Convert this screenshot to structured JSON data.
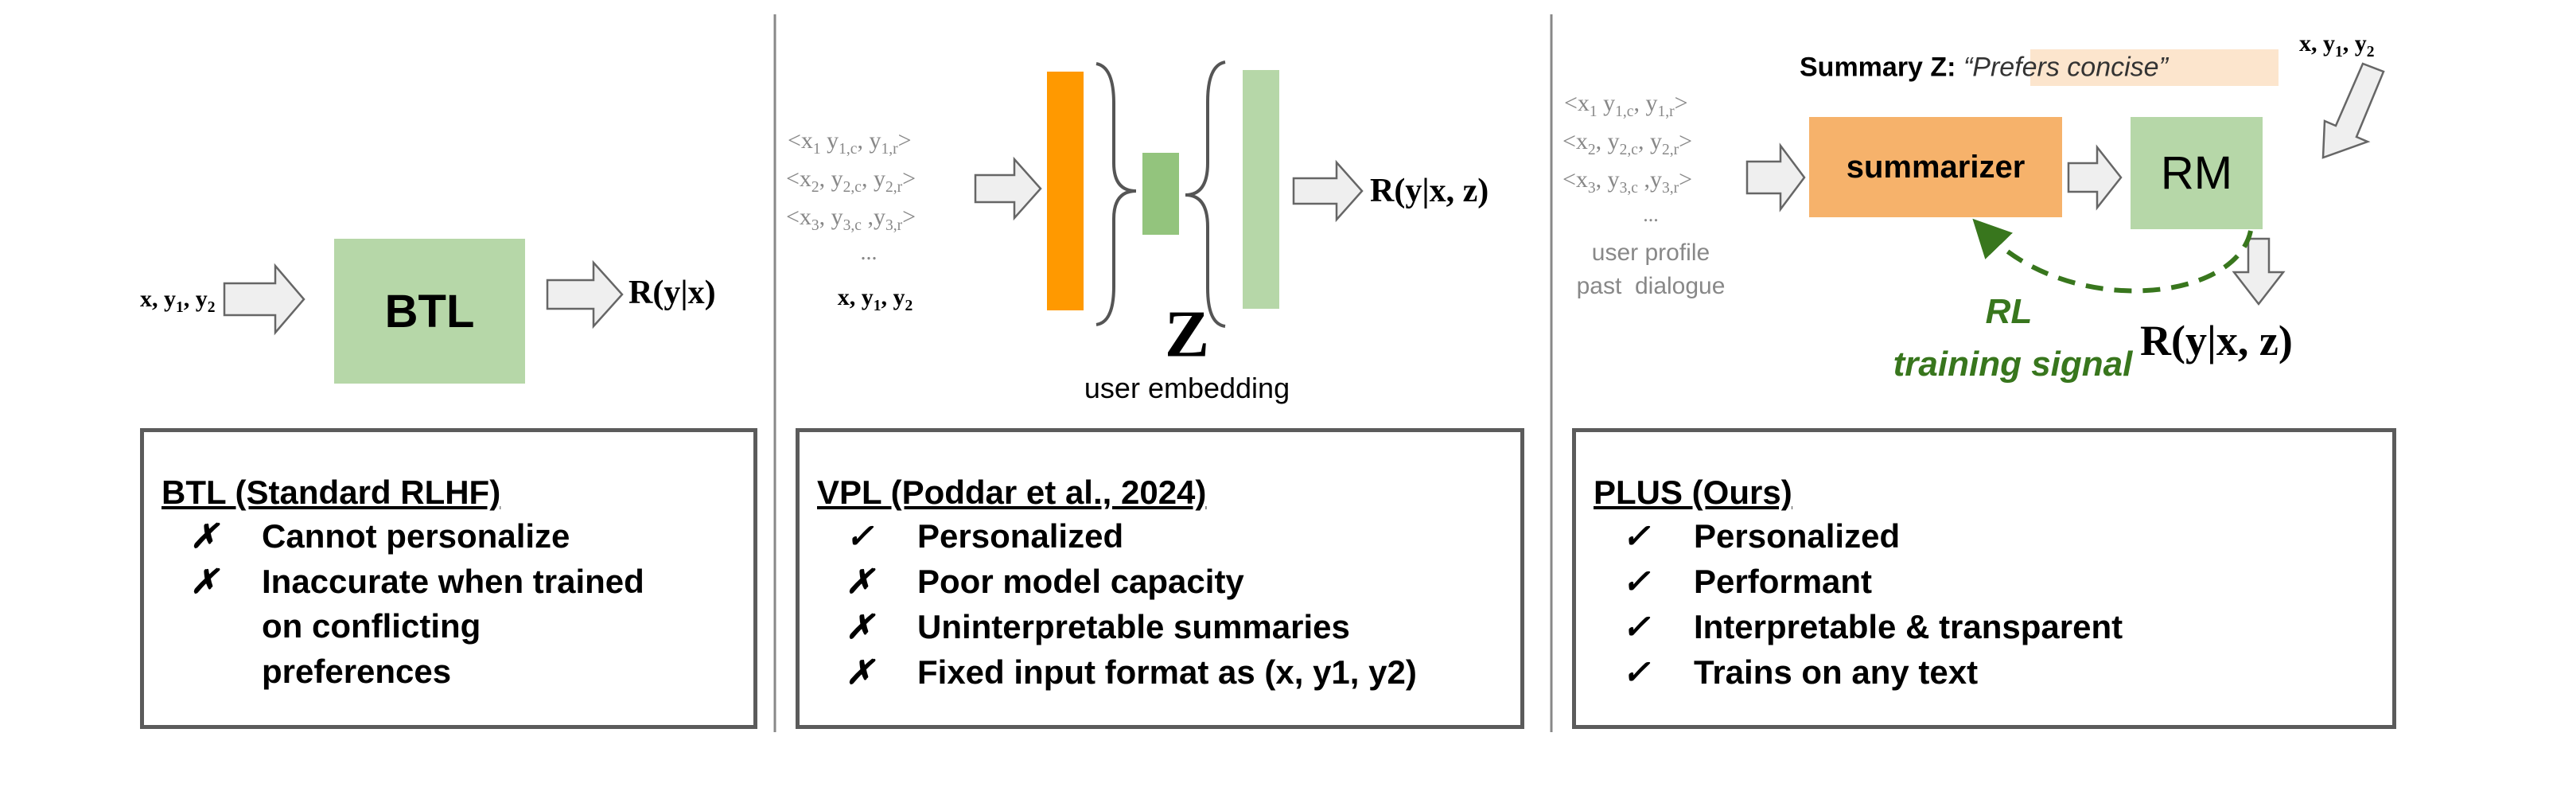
{
  "colors": {
    "orange_bar": "#ff9900",
    "summarizer": "#f6b26b",
    "green_light": "#b6d7a8",
    "green_mid": "#93c47d",
    "rl_green": "#38761d",
    "highlight": "#fce5cd",
    "arrow_fill": "#efefef",
    "arrow_stroke": "#666666"
  },
  "panel_btl": {
    "input": [
      {
        "t": "x, y"
      },
      {
        "t": "1",
        "sub": true
      },
      {
        "t": ", y"
      },
      {
        "t": "2",
        "sub": true
      }
    ],
    "block_label": "BTL",
    "output": "R(y|x)"
  },
  "panel_vpl": {
    "inputs": [
      [
        {
          "t": "<x"
        },
        {
          "t": "1",
          "sub": true
        },
        {
          "t": " y"
        },
        {
          "t": "1,c",
          "sub": true
        },
        {
          "t": ", y"
        },
        {
          "t": "1,r",
          "sub": true
        },
        {
          "t": ">"
        }
      ],
      [
        {
          "t": "<x"
        },
        {
          "t": "2",
          "sub": true
        },
        {
          "t": ", y"
        },
        {
          "t": "2,c",
          "sub": true
        },
        {
          "t": ", y"
        },
        {
          "t": "2,r",
          "sub": true
        },
        {
          "t": ">"
        }
      ],
      [
        {
          "t": "<x"
        },
        {
          "t": "3",
          "sub": true
        },
        {
          "t": ", y"
        },
        {
          "t": "3,c",
          "sub": true
        },
        {
          "t": " ,y"
        },
        {
          "t": "3,r",
          "sub": true
        },
        {
          "t": ">"
        }
      ]
    ],
    "ellipsis": "...",
    "query": [
      {
        "t": "x, y"
      },
      {
        "t": "1",
        "sub": true
      },
      {
        "t": ", y"
      },
      {
        "t": "2",
        "sub": true
      }
    ],
    "z_label": "Z",
    "z_caption": "user embedding",
    "output": "R(y|x, z)"
  },
  "panel_plus": {
    "summary_label": "Summary Z: ",
    "summary_value": "“Prefers concise”",
    "query": [
      {
        "t": "x, y"
      },
      {
        "t": "1",
        "sub": true
      },
      {
        "t": ", y"
      },
      {
        "t": "2",
        "sub": true
      }
    ],
    "inputs": [
      [
        {
          "t": "<x"
        },
        {
          "t": "1",
          "sub": true
        },
        {
          "t": " y"
        },
        {
          "t": "1,c",
          "sub": true
        },
        {
          "t": ", y"
        },
        {
          "t": "1,r",
          "sub": true
        },
        {
          "t": ">"
        }
      ],
      [
        {
          "t": "<x"
        },
        {
          "t": "2",
          "sub": true
        },
        {
          "t": ", y"
        },
        {
          "t": "2,c",
          "sub": true
        },
        {
          "t": ", y"
        },
        {
          "t": "2,r",
          "sub": true
        },
        {
          "t": ">"
        }
      ],
      [
        {
          "t": "<x"
        },
        {
          "t": "3",
          "sub": true
        },
        {
          "t": ", y"
        },
        {
          "t": "3,c",
          "sub": true
        },
        {
          "t": " ,y"
        },
        {
          "t": "3,r",
          "sub": true
        },
        {
          "t": ">"
        }
      ]
    ],
    "ellipsis": "...",
    "profile_line1": "user profile",
    "profile_line2": "past  dialogue",
    "summarizer_label": "summarizer",
    "rm_label": "RM",
    "rl_label": "RL",
    "rl_caption": "training signal",
    "output": "R(y|x, z)"
  },
  "boxes": [
    {
      "title": "BTL (Standard RLHF)",
      "items": [
        {
          "mark": "✗",
          "text": "Cannot personalize"
        },
        {
          "mark": "✗",
          "text": "Inaccurate when trained"
        },
        {
          "mark": "",
          "text": "on conflicting"
        },
        {
          "mark": "",
          "text": "preferences"
        }
      ]
    },
    {
      "title": "VPL (Poddar et al., 2024)",
      "items": [
        {
          "mark": "✓",
          "text": "Personalized"
        },
        {
          "mark": "✗",
          "text": "Poor model capacity"
        },
        {
          "mark": "✗",
          "text": "Uninterpretable summaries"
        },
        {
          "mark": "✗",
          "text": "Fixed input format as (x, y1, y2)"
        }
      ]
    },
    {
      "title": "PLUS (Ours)",
      "items": [
        {
          "mark": "✓",
          "text": "Personalized"
        },
        {
          "mark": "✓",
          "text": "Performant"
        },
        {
          "mark": "✓",
          "text": "Interpretable & transparent"
        },
        {
          "mark": "✓",
          "text": "Trains on any text"
        }
      ]
    }
  ]
}
